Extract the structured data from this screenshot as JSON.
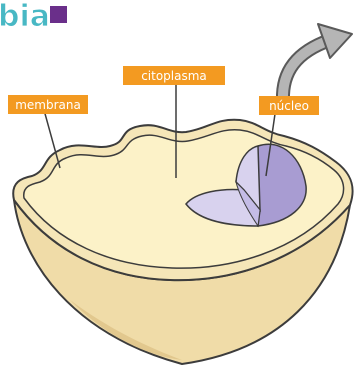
{
  "brand": {
    "text": "bia",
    "color": "#48b8c4",
    "square_color": "#6a2f8a"
  },
  "labels": {
    "membrana": "membrana",
    "citoplasma": "citoplasma",
    "nucleo": "núcleo"
  },
  "colors": {
    "label_bg": "#f39a21",
    "cytoplasm": "#fcf2c8",
    "cell_body": "#f0dca8",
    "cell_shadow": "#e2c88e",
    "nucleus_light": "#d8d2ee",
    "nucleus_dark": "#a89cd2",
    "arrow": "#b5b5b5"
  }
}
